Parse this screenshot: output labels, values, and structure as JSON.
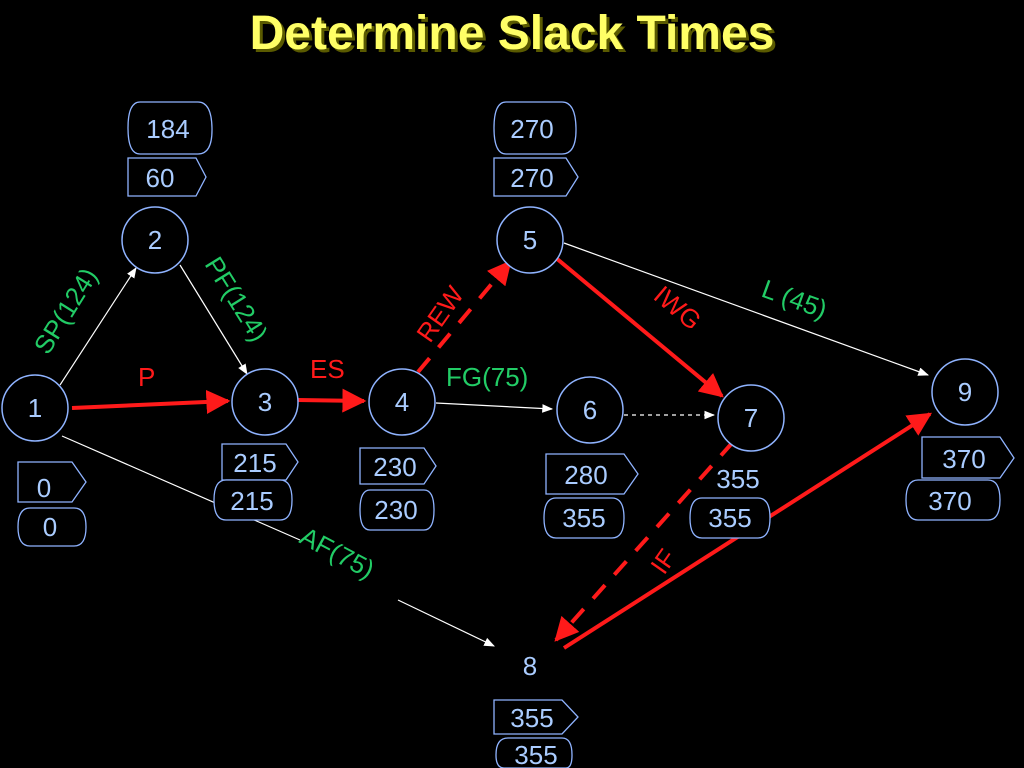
{
  "title": "Determine Slack Times",
  "colors": {
    "title": "#ffff66",
    "node_outline": "#8fb3ff",
    "node_text": "#aaccff",
    "activity_normal": "#22cc66",
    "activity_critical": "#ff1a1a",
    "arrow_normal": "#ffffff"
  },
  "nodes": [
    {
      "id": "1",
      "label": "1",
      "early": "0",
      "late": "0"
    },
    {
      "id": "2",
      "label": "2",
      "early": "60",
      "late": "184"
    },
    {
      "id": "3",
      "label": "3",
      "early": "215",
      "late": "215"
    },
    {
      "id": "4",
      "label": "4",
      "early": "230",
      "late": "230"
    },
    {
      "id": "5",
      "label": "5",
      "early": "270",
      "late": "270"
    },
    {
      "id": "6",
      "label": "6",
      "early": "280",
      "late": "355"
    },
    {
      "id": "7",
      "label": "7",
      "early": "355",
      "late": "355"
    },
    {
      "id": "8",
      "label": "8",
      "early": "355",
      "late": "355"
    },
    {
      "id": "9",
      "label": "9",
      "early": "370",
      "late": "370"
    }
  ],
  "activities": [
    {
      "label": "SP(124)",
      "from": "1",
      "to": "2",
      "critical": false
    },
    {
      "label": "PF(124)",
      "from": "2",
      "to": "3",
      "critical": false
    },
    {
      "label": "P",
      "from": "1",
      "to": "3",
      "critical": true
    },
    {
      "label": "ES",
      "from": "3",
      "to": "4",
      "critical": true
    },
    {
      "label": "REW",
      "from": "4",
      "to": "5",
      "critical": true
    },
    {
      "label": "FG(75)",
      "from": "4",
      "to": "6",
      "critical": false
    },
    {
      "label": "IWG",
      "from": "5",
      "to": "7",
      "critical": true
    },
    {
      "label": "L (45)",
      "from": "5",
      "to": "9",
      "critical": false
    },
    {
      "label": "AF(75)",
      "from": "1",
      "to": "8",
      "critical": false
    },
    {
      "label": "IF",
      "from": "8",
      "to": "9",
      "critical": true
    },
    {
      "label": "",
      "from": "6",
      "to": "7",
      "critical": false,
      "dummy": true
    },
    {
      "label": "",
      "from": "7",
      "to": "8",
      "critical": true,
      "dummy": true
    }
  ]
}
